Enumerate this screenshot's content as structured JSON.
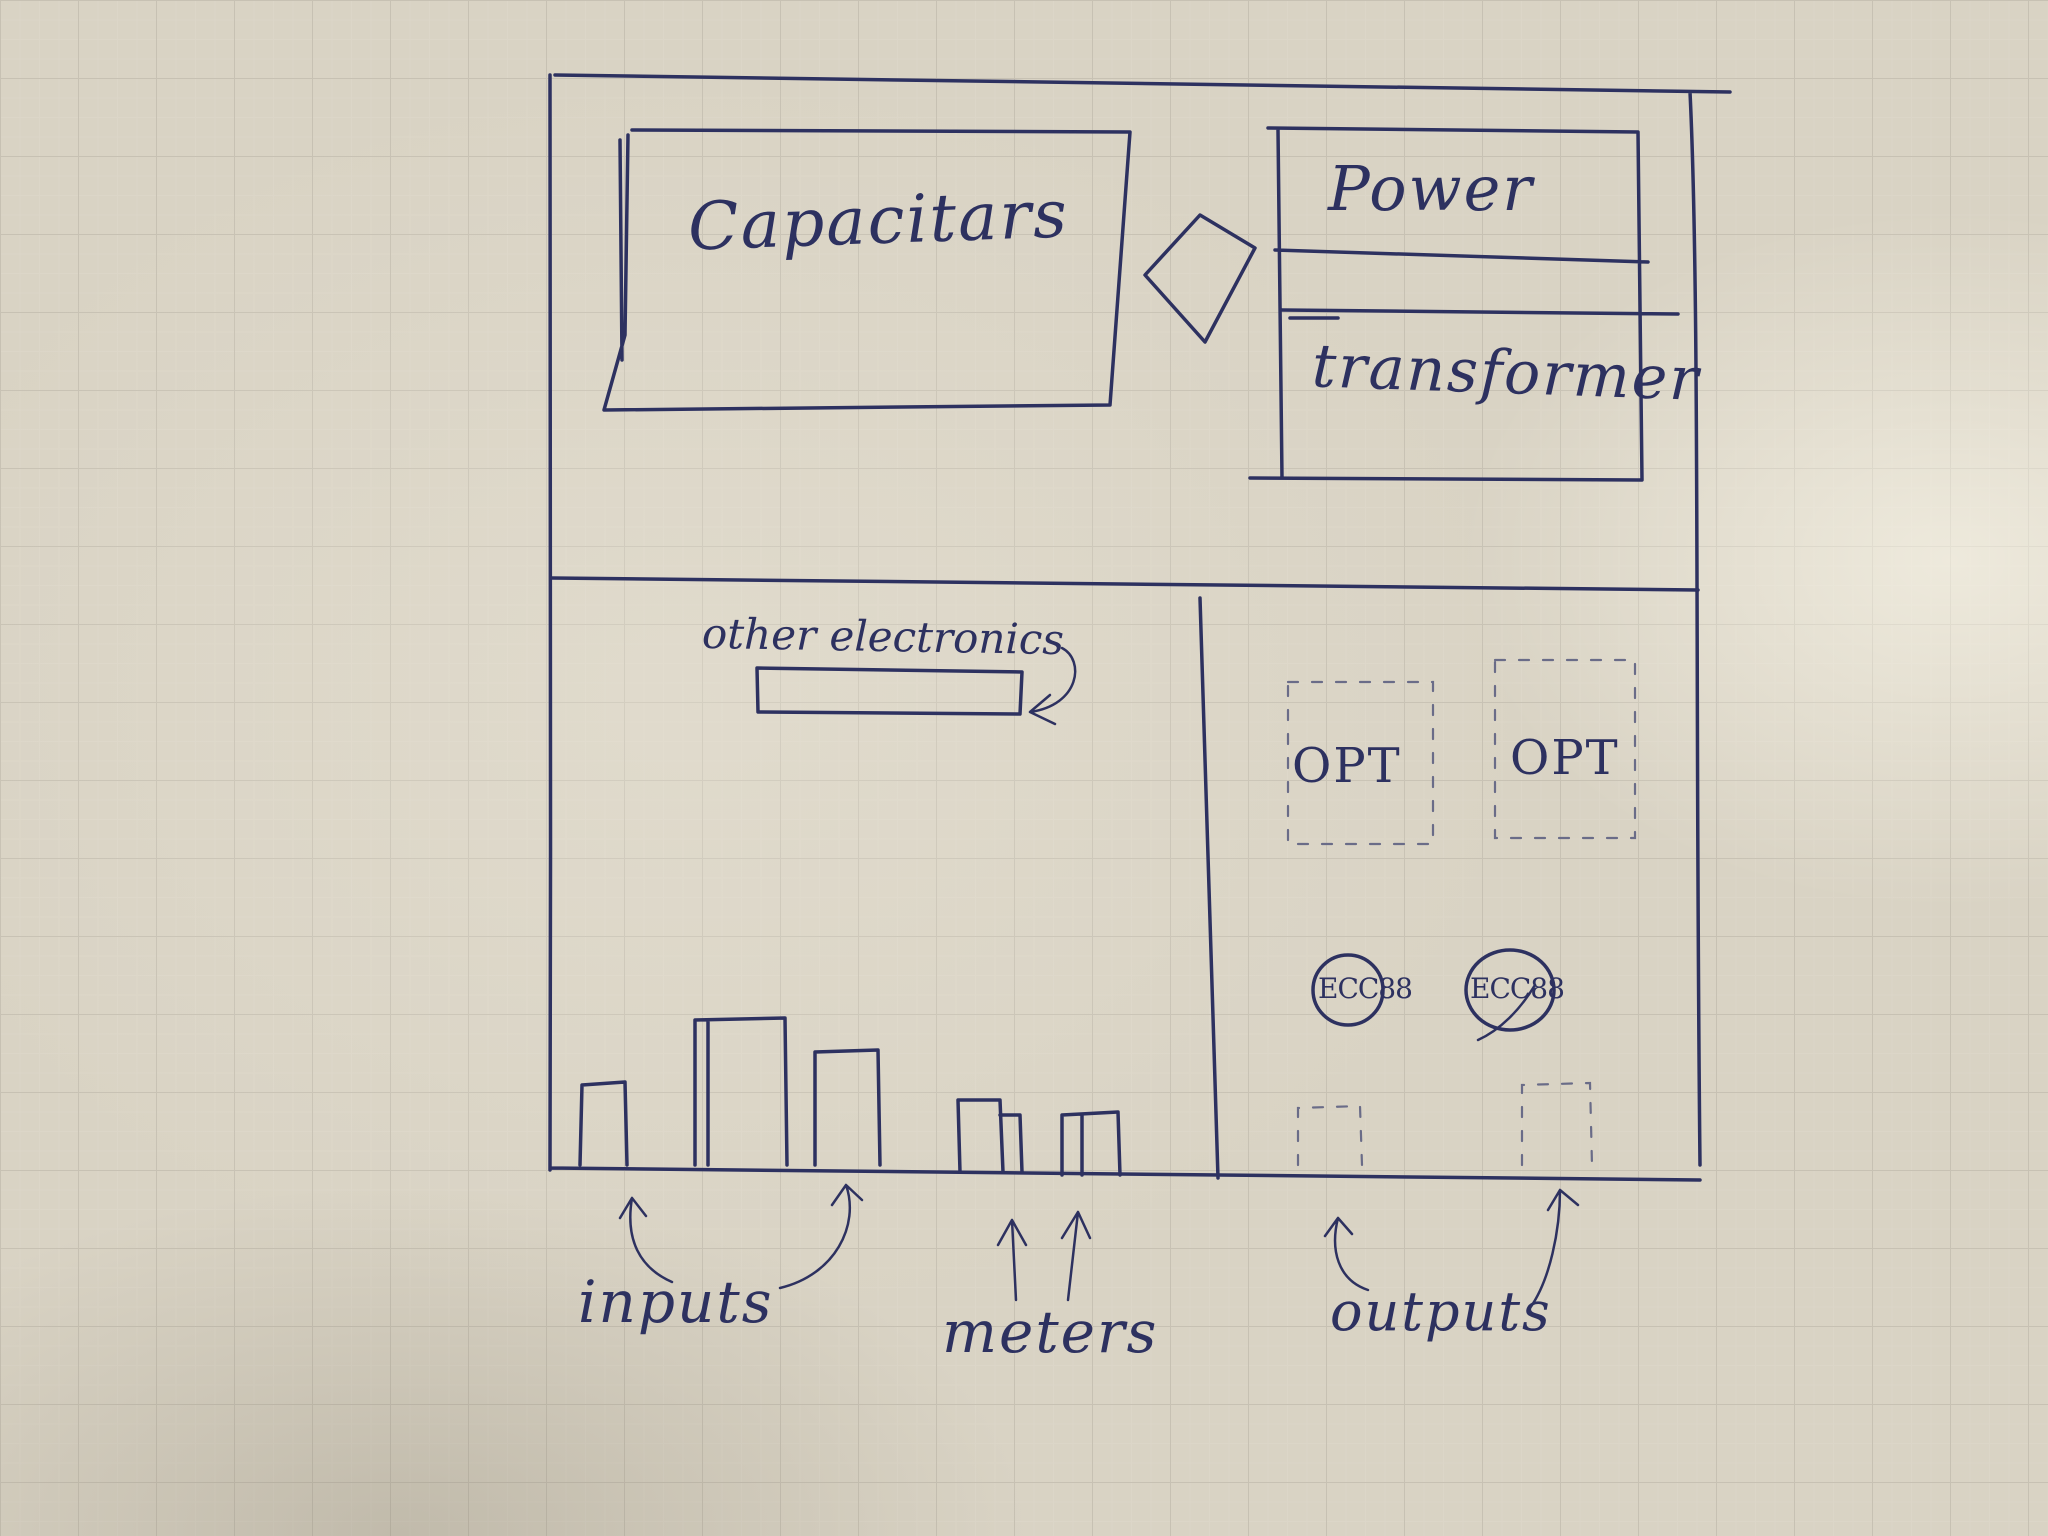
{
  "labels": {
    "capacitors": "Capacitars",
    "power": "Power",
    "transformer": "transformer",
    "other_electronics": "other electronics",
    "opt_left": "OPT",
    "opt_right": "OPT",
    "tube_left": "ECC88",
    "tube_right": "ECC88",
    "inputs": "inputs",
    "meters": "meters",
    "outputs": "outputs"
  }
}
